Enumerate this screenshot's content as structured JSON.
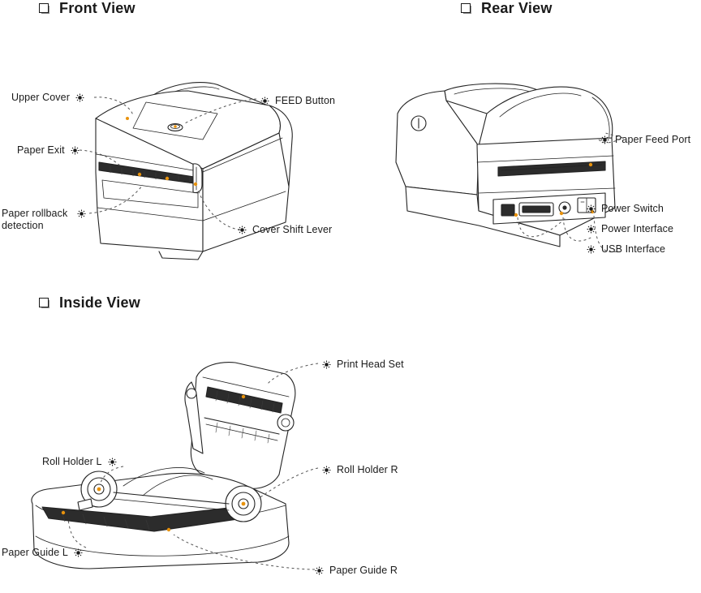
{
  "document": {
    "type": "printer-parts-diagram",
    "background_color": "#ffffff",
    "ink_color": "#232323",
    "accent_color": "#e8920c"
  },
  "sections": [
    {
      "id": "front",
      "title": "Front View"
    },
    {
      "id": "rear",
      "title": "Rear View"
    },
    {
      "id": "inside",
      "title": "Inside View"
    }
  ],
  "callouts": {
    "front": {
      "upper_cover": "Upper Cover",
      "paper_exit": "Paper Exit",
      "paper_rollback_detection": "Paper rollback detection",
      "feed_button": "FEED Button",
      "cover_shift_lever": "Cover Shift Lever"
    },
    "rear": {
      "paper_feed_port": "Paper Feed Port",
      "power_switch": "Power Switch",
      "power_interface": "Power Interface",
      "usb_interface": "USB Interface"
    },
    "inside": {
      "print_head_set": "Print Head Set",
      "roll_holder_l": "Roll Holder L",
      "roll_holder_r": "Roll Holder R",
      "paper_guide_l": "Paper Guide L",
      "paper_guide_r": "Paper Guide R"
    }
  },
  "marker": {
    "icon": "starburst-callout-marker"
  }
}
